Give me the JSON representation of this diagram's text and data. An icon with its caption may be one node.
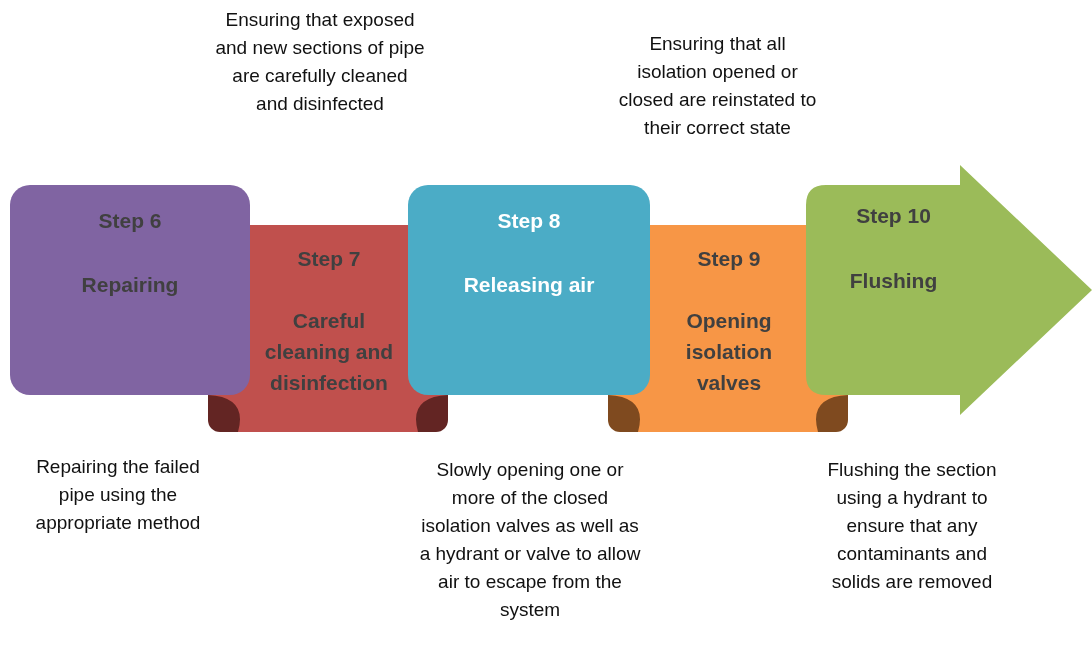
{
  "diagram": {
    "nodes": [
      {
        "text": [
          "Step 6",
          "Repairing"
        ]
      },
      {
        "text": [
          "Step 7",
          "Careful cleaning and disinfection"
        ]
      },
      {
        "text": [
          "Step 8",
          "Releasing air"
        ]
      },
      {
        "text": [
          "Step 9",
          "Opening isolation valves"
        ]
      },
      {
        "text": [
          "Step 10",
          "Flushing"
        ]
      }
    ],
    "labels": [
      "Ensuring that exposed and new sections of pipe are carefully cleaned and disinfected",
      "Ensuring that all isolation opened or closed are reinstated to their correct state",
      "Repairing the failed pipe using the appropriate method",
      "Slowly opening one or more of the closed isolation valves as well as a hydrant or valve to allow air to escape from the system",
      "Flushing the section using a hydrant to ensure that any contaminants and solids are removed"
    ]
  }
}
